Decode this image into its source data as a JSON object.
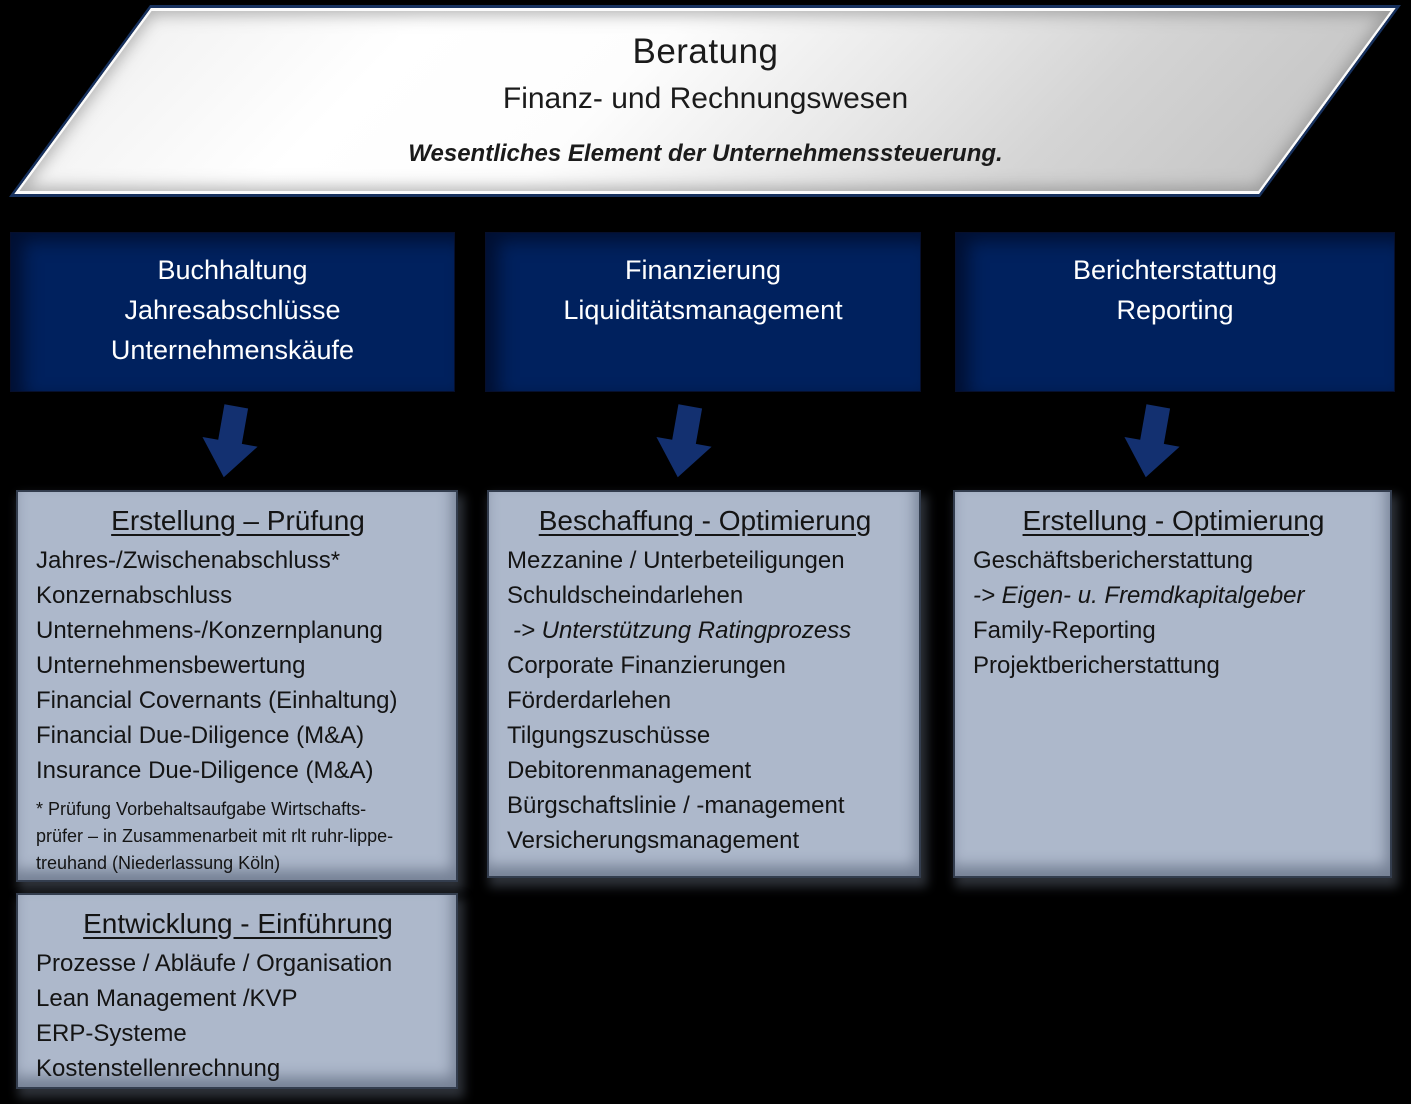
{
  "banner": {
    "title": "Beratung",
    "subtitle": "Finanz- und Rechnungswesen",
    "tagline": "Wesentliches Element der Unternehmenssteuerung."
  },
  "categories": [
    {
      "lines": [
        "Buchhaltung",
        "Jahresabschlüsse",
        "Unternehmenskäufe"
      ]
    },
    {
      "lines": [
        "Finanzierung",
        "Liquiditätsmanagement"
      ]
    },
    {
      "lines": [
        "Berichterstattung",
        "Reporting"
      ]
    }
  ],
  "details": [
    {
      "title": "Erstellung – Prüfung",
      "items": [
        {
          "text": "Jahres-/Zwischenabschluss*"
        },
        {
          "text": "Konzernabschluss"
        },
        {
          "text": "Unternehmens-/Konzernplanung"
        },
        {
          "text": "Unternehmensbewertung"
        },
        {
          "text": "Financial Covernants (Einhaltung)"
        },
        {
          "text": "Financial Due-Diligence (M&A)"
        },
        {
          "text": "Insurance Due-Diligence (M&A)"
        }
      ],
      "footnote_lines": [
        "* Prüfung Vorbehaltsaufgabe Wirtschafts-",
        "prüfer – in Zusammenarbeit mit rlt ruhr-lippe-",
        "treuhand (Niederlassung Köln)"
      ]
    },
    {
      "title": "Beschaffung - Optimierung",
      "items": [
        {
          "text": "Mezzanine / Unterbeteiligungen"
        },
        {
          "text": "Schuldscheindarlehen"
        },
        {
          "text": "-> Unterstützung Ratingprozess",
          "italic": true,
          "indent": true
        },
        {
          "text": "Corporate Finanzierungen"
        },
        {
          "text": "Förderdarlehen"
        },
        {
          "text": "Tilgungszuschüsse"
        },
        {
          "text": "Debitorenmanagement"
        },
        {
          "text": "Bürgschaftslinie / -management"
        },
        {
          "text": "Versicherungsmanagement"
        }
      ],
      "footnote_lines": []
    },
    {
      "title": "Erstellung - Optimierung",
      "items": [
        {
          "text": "Geschäftsbericherstattung"
        },
        {
          "text": "-> Eigen- u. Fremdkapitalgeber",
          "italic": true
        },
        {
          "text": "Family-Reporting"
        },
        {
          "text": "Projektbericherstattung"
        }
      ],
      "footnote_lines": []
    },
    {
      "title": "Entwicklung - Einführung",
      "items": [
        {
          "text": "Prozesse / Abläufe / Organisation"
        },
        {
          "text": "Lean Management /KVP"
        },
        {
          "text": "ERP-Systeme"
        },
        {
          "text": "Kostenstellenrechnung"
        }
      ],
      "footnote_lines": []
    }
  ],
  "colors": {
    "background": "#000000",
    "category_box": "#00215E",
    "arrow": "#133070",
    "detail_box": "#ADB8CB",
    "banner_border": "#17315E",
    "banner_fill_light": "#FFFFFF",
    "banner_fill_dark": "#C6C6C6",
    "text_dark": "#141414",
    "text_light": "#FFFFFF"
  }
}
